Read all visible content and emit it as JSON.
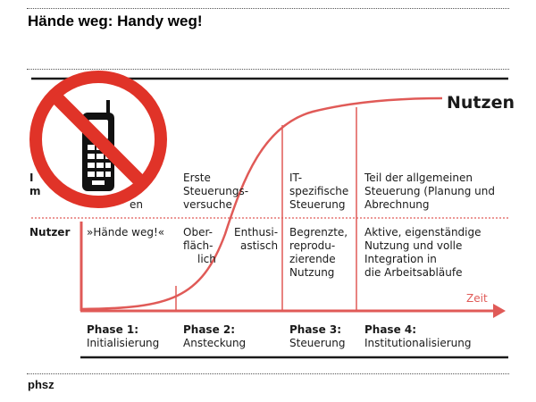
{
  "title": "Hände weg: Handy weg!",
  "footer": "phsz",
  "accent_color": "#e05a57",
  "diagram": {
    "curve_label": "Nutzen",
    "axis_label": "Zeit",
    "row_labels": {
      "top_fragment_1": "I",
      "top_fragment_2": "m",
      "bottom": "Nutzer"
    },
    "top_row": {
      "phase1_fragment": "en",
      "phase2": [
        "Erste",
        "Steuerungs-",
        "versuche"
      ],
      "phase3": [
        "IT-",
        "spezifische",
        "Steuerung"
      ],
      "phase4": [
        "Teil der allgemeinen",
        "Steuerung (Planung und",
        "Abrechnung"
      ]
    },
    "bottom_row": {
      "phase1": "»Hände weg!«",
      "phase2_left": [
        "Ober-",
        "fläch-",
        "lich"
      ],
      "phase2_right": [
        "Enthusi-",
        "astisch"
      ],
      "phase3": [
        "Begrenzte,",
        "reprodu-",
        "zierende",
        "Nutzung"
      ],
      "phase4": [
        "Aktive, eigenständige",
        "Nutzung und volle",
        "Integration in",
        "die Arbeitsabläufe"
      ]
    },
    "phases": [
      {
        "title": "Phase 1:",
        "subtitle": "Initialisierung"
      },
      {
        "title": "Phase 2:",
        "subtitle": "Ansteckung"
      },
      {
        "title": "Phase 3:",
        "subtitle": "Steuerung"
      },
      {
        "title": "Phase 4:",
        "subtitle": "Institutionalisierung"
      }
    ]
  },
  "icons": {
    "prohibition_sign": "no-mobile-phone-icon"
  }
}
